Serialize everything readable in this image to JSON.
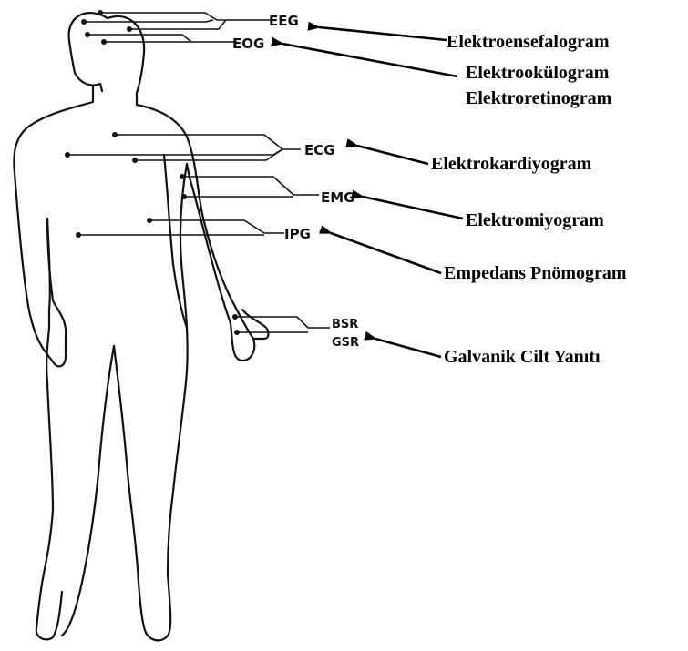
{
  "labels": {
    "eeg": "EEG",
    "eog": "EOG",
    "ecg": "ECG",
    "emg": "EMG",
    "ipg": "IPG",
    "bsr": "BSR",
    "gsr": "GSR"
  },
  "terms": {
    "elektroensefalogram": "Elektroensefalogram",
    "elektrookulogram": "Elektrookülogram",
    "elektroretinogram": "Elektroretinogram",
    "elektrokardiyogram": "Elektrokardiyogram",
    "elektromiyogram": "Elektromiyogram",
    "empedans_pnomogram": "Empedans Pnömogram",
    "galvanik_cilt_yaniti": "Galvanik Cilt Yanıtı"
  }
}
